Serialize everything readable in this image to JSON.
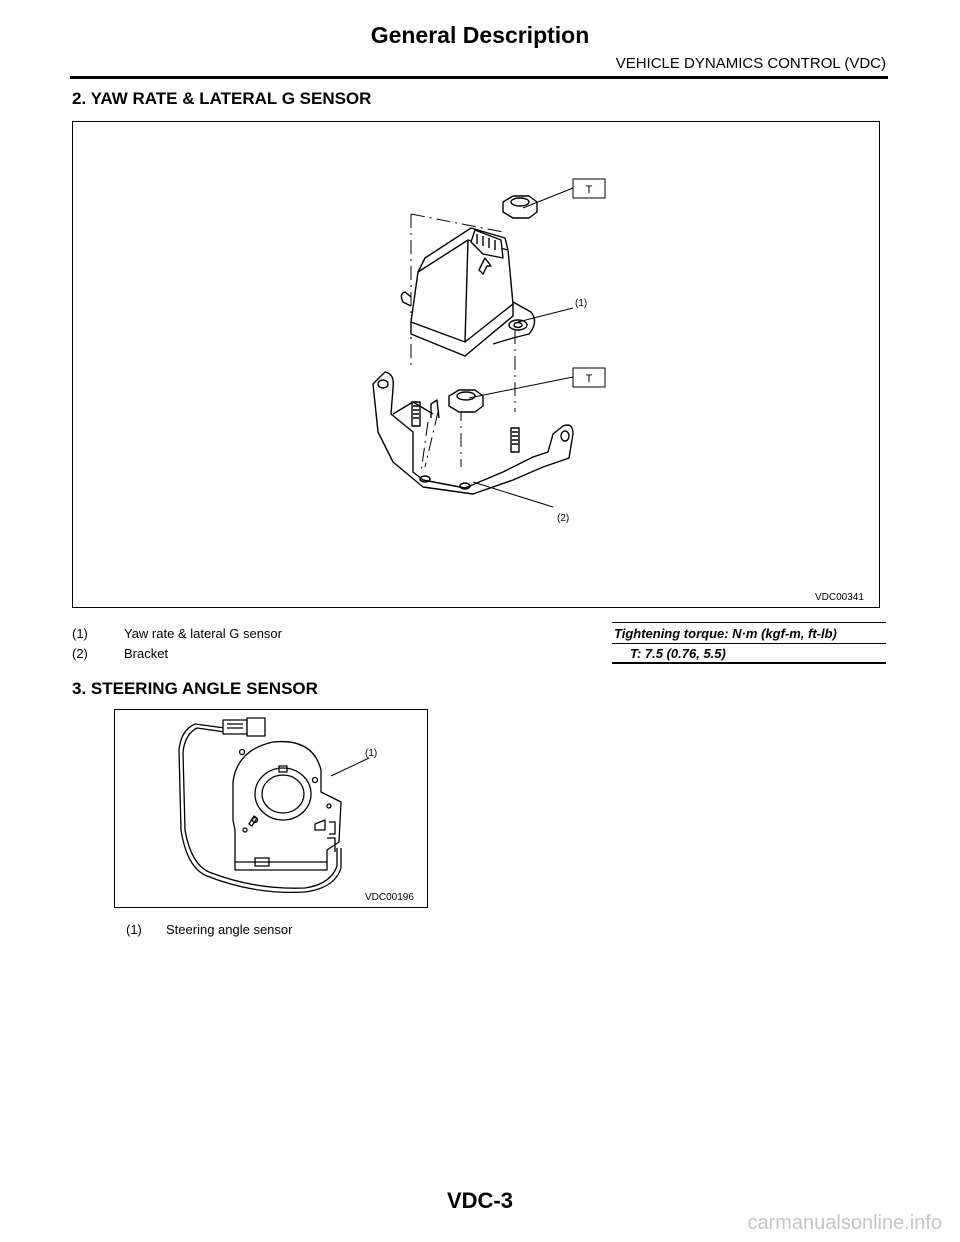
{
  "header": {
    "title": "General Description",
    "subtitle": "VEHICLE DYNAMICS CONTROL (VDC)"
  },
  "section2": {
    "heading": "2.  YAW RATE & LATERAL G SENSOR",
    "figure_code": "VDC00341",
    "callouts": {
      "t_top": "T",
      "t_bottom": "T",
      "c1": "(1)",
      "c2": "(2)"
    },
    "legend": [
      {
        "num": "(1)",
        "text": "Yaw rate & lateral G sensor"
      },
      {
        "num": "(2)",
        "text": "Bracket"
      }
    ],
    "torque": {
      "heading": "Tightening torque: N·m (kgf-m, ft-lb)",
      "value": "T:   7.5 (0.76, 5.5)"
    }
  },
  "section3": {
    "heading": "3.  STEERING ANGLE SENSOR",
    "figure_code": "VDC00196",
    "callouts": {
      "c1": "(1)"
    },
    "legend": [
      {
        "num": "(1)",
        "text": "Steering angle sensor"
      }
    ]
  },
  "footer": {
    "page_code": "VDC-3",
    "watermark": "carmanualsonline.info"
  }
}
